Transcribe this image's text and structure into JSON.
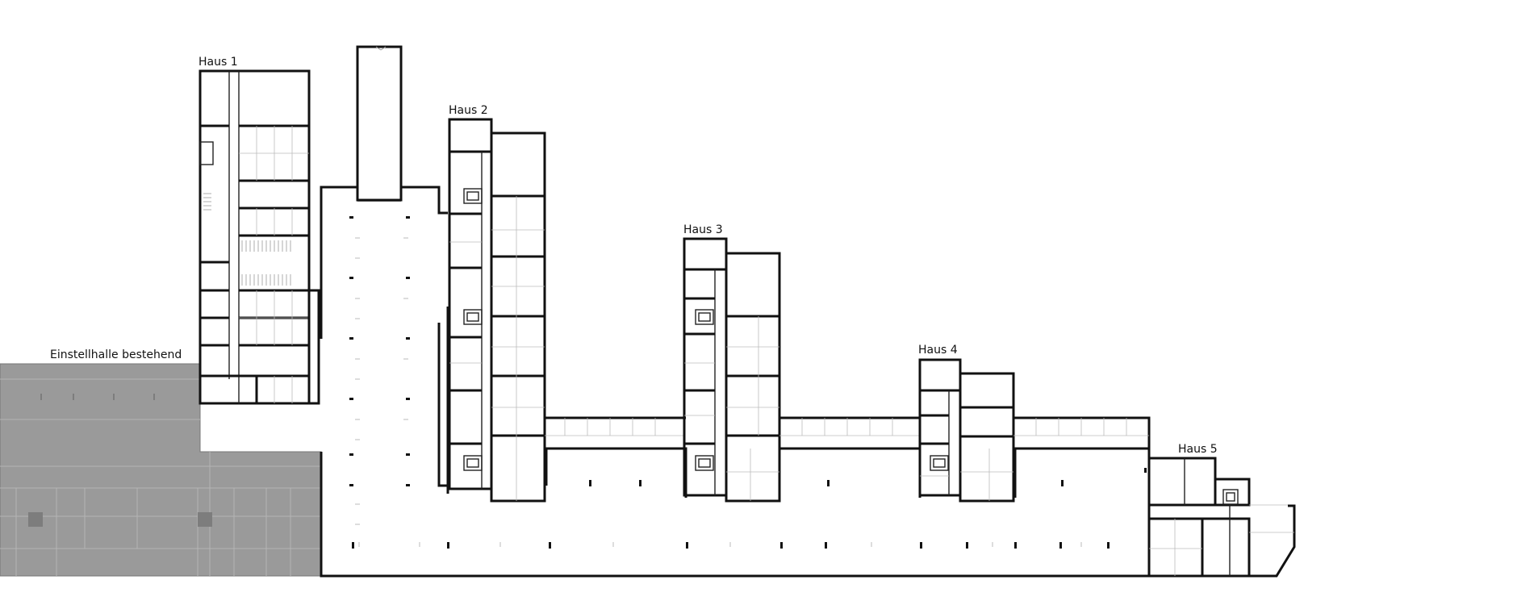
{
  "plan": {
    "labels": {
      "existing_garage": "Einstellhalle bestehend",
      "house_1": "Haus 1",
      "house_2": "Haus 2",
      "house_3": "Haus 3",
      "house_4": "Haus 4",
      "house_5": "Haus 5"
    },
    "colors": {
      "existing_fill": "#9a9a9a",
      "walls": "#111111",
      "background": "#ffffff"
    }
  }
}
